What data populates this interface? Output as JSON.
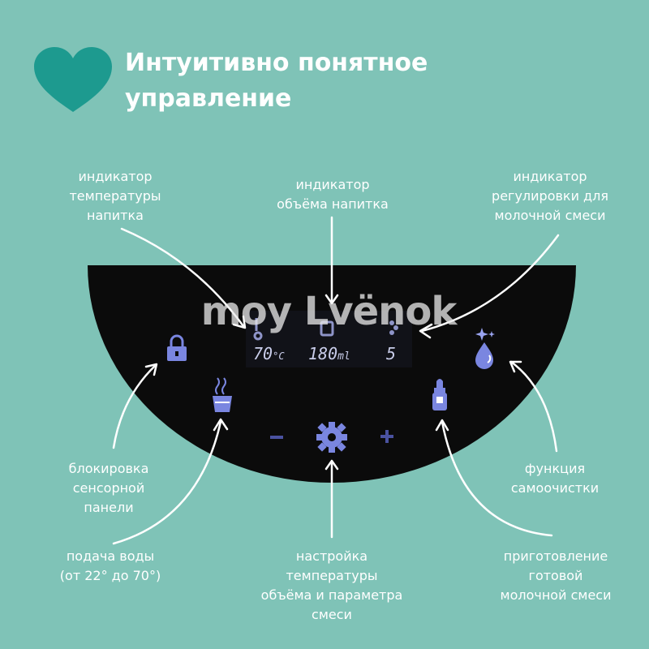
{
  "header": {
    "title_line1": "Интуитивно понятное",
    "title_line2": "управление"
  },
  "colors": {
    "background": "#7fc3b7",
    "heart": "#1d9a8f",
    "panel": "#0b0b0b",
    "icon_blue": "#7a86e0",
    "text": "#ffffff"
  },
  "labels": {
    "temp_indicator": [
      "индикатор",
      "температуры",
      "напитка"
    ],
    "volume_indicator": [
      "индикатор",
      "объёма напитка"
    ],
    "formula_indicator": [
      "индикатор",
      "регулировки для",
      "молочной смеси"
    ],
    "panel_lock": [
      "блокировка",
      "сенсорной",
      "панели"
    ],
    "self_clean": [
      "функция",
      "самоочистки"
    ],
    "water_supply": [
      "подача воды",
      "(от 22° до 70°)"
    ],
    "settings": [
      "настройка",
      "температуры",
      "объёма и параметра",
      "смеси"
    ],
    "ready_formula": [
      "приготовление",
      "готовой",
      "молочной смеси"
    ]
  },
  "display": {
    "temperature": "70",
    "temperature_unit": "°C",
    "volume": "180",
    "volume_unit": "ml",
    "formula_level": "5"
  },
  "watermark": "moy Lvёnok",
  "icons": [
    "heart-icon",
    "lock-icon",
    "steaming-cup-icon",
    "minus-icon",
    "gear-icon",
    "plus-icon",
    "baby-bottle-icon",
    "water-drop-sparkle-icon",
    "thermometer-icon",
    "cup-icon",
    "formula-icon"
  ]
}
